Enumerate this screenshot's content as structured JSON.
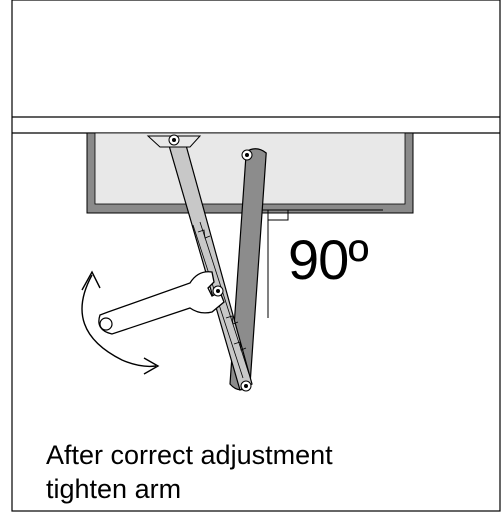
{
  "angle_label": "90º",
  "caption": {
    "line1": "After correct adjustment",
    "line2": "tighten arm"
  },
  "colors": {
    "outline": "#000000",
    "closer_body_fill": "#e8e8e8",
    "closer_frame": "#8a8a8a",
    "arm_fill": "#8c8c8c",
    "rod_fill": "#c8c8c8",
    "wrench_fill": "#ffffff",
    "background": "#ffffff"
  },
  "icons": [
    "curved-arrow-icon",
    "right-angle-marker-icon",
    "wrench-icon"
  ]
}
